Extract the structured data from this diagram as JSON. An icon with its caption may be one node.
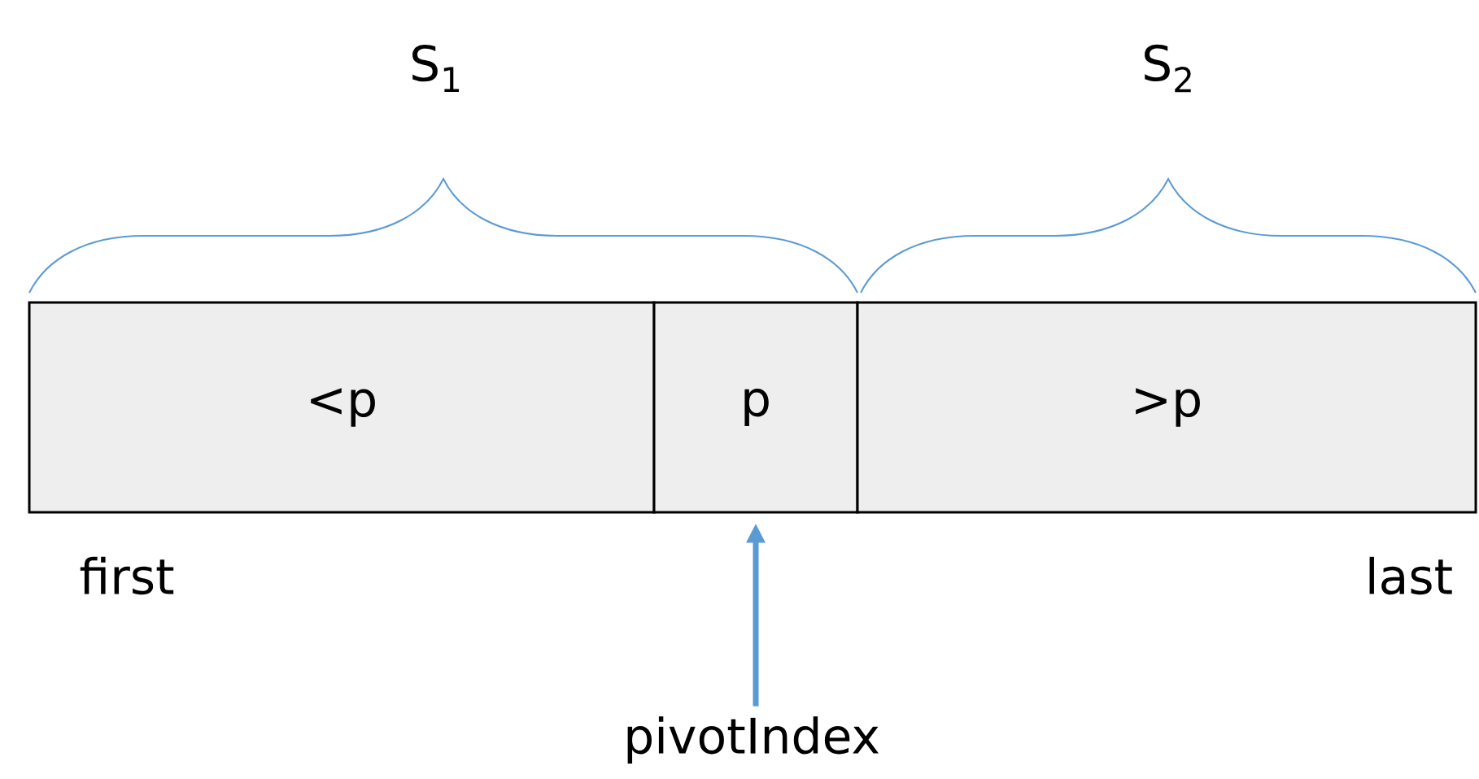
{
  "diagram": {
    "nodes": [
      {
        "text": [
          "<p"
        ]
      },
      {
        "text": [
          "p"
        ]
      },
      {
        "text": [
          ">p"
        ]
      },
      {
        "text": [
          "pivotIndex"
        ]
      }
    ],
    "edges": [
      {
        "from": 3,
        "to": 1,
        "arrow": "to",
        "color": "#5b9bd5"
      }
    ],
    "labels": [
      "S$_{1}$",
      "S$_{2}$",
      "first",
      "last"
    ]
  }
}
